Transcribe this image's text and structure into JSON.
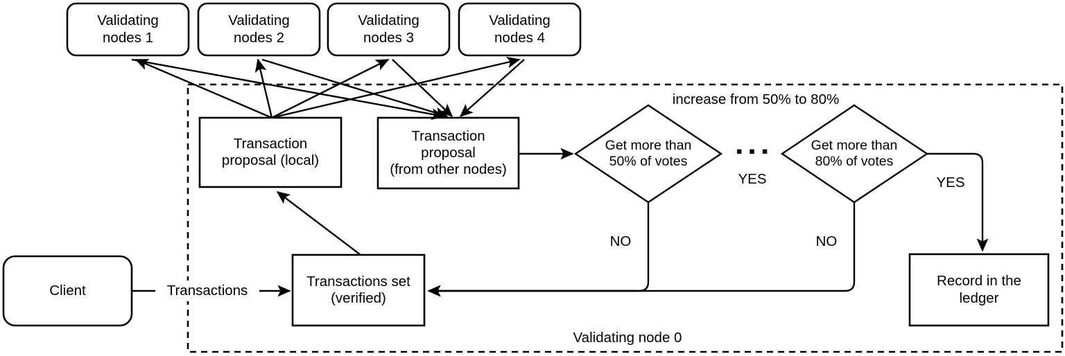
{
  "diagram": {
    "title_caption": "Validating node 0",
    "colors": {
      "stroke": "#000000",
      "fill": "#ffffff",
      "dashed_boundary": "#000000"
    },
    "validating_nodes": [
      {
        "id": "vn1",
        "label": "Validating\nnodes 1"
      },
      {
        "id": "vn2",
        "label": "Validating\nnodes 2"
      },
      {
        "id": "vn3",
        "label": "Validating\nnodes 3"
      },
      {
        "id": "vn4",
        "label": "Validating\nnodes 4"
      }
    ],
    "boxes": {
      "client": "Client",
      "transactions_set": "Transactions set\n(verified)",
      "proposal_local": "Transaction\nproposal (local)",
      "proposal_other": "Transaction\nproposal\n(from other nodes)",
      "record_ledger": "Record in the\nledger"
    },
    "decisions": [
      {
        "id": "d50",
        "label": "Get more than\n50% of votes",
        "no_label": "NO"
      },
      {
        "id": "d80",
        "label": "Get more than\n80% of votes",
        "no_label": "NO"
      }
    ],
    "edge_labels": {
      "transactions": "Transactions",
      "yes_middle": "YES",
      "yes_right": "YES",
      "increase_note": "increase from 50% to 80%",
      "ellipsis": "▪ ▪ ▪"
    }
  }
}
